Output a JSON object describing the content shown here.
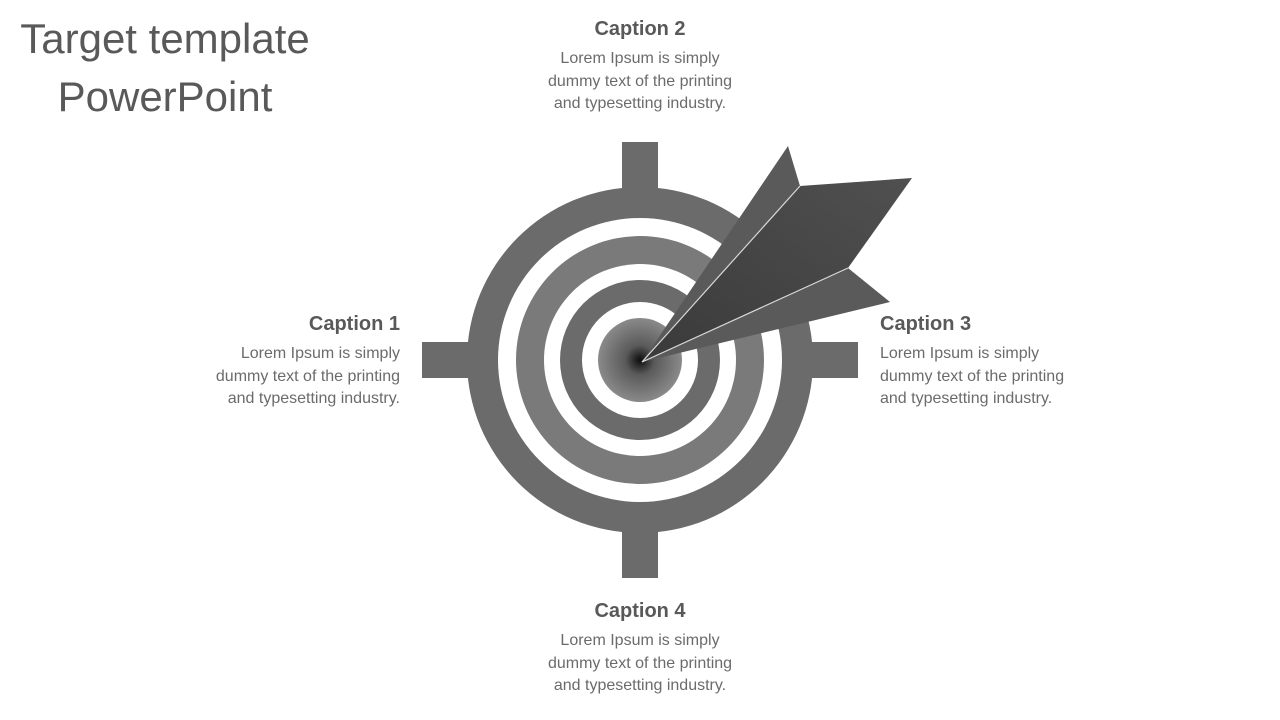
{
  "slide": {
    "title_line1": "Target template",
    "title_line2": "PowerPoint"
  },
  "captions": [
    {
      "id": "caption-1",
      "title": "Caption 1",
      "lines": [
        "Lorem Ipsum is simply",
        "dummy text of the printing",
        "and typesetting industry."
      ]
    },
    {
      "id": "caption-2",
      "title": "Caption 2",
      "lines": [
        "Lorem Ipsum is simply",
        "dummy text of the printing",
        "and typesetting industry."
      ]
    },
    {
      "id": "caption-3",
      "title": "Caption 3",
      "lines": [
        "Lorem Ipsum is simply",
        "dummy text of the printing",
        "and typesetting industry."
      ]
    },
    {
      "id": "caption-4",
      "title": "Caption 4",
      "lines": [
        "Lorem Ipsum is simply",
        "dummy text of the printing",
        "and typesetting industry."
      ]
    }
  ],
  "colors": {
    "ring": "#6b6b6b",
    "ring_light": "#7f7f7f",
    "arrow_dark": "#454545",
    "arrow_mid": "#5a5a5a",
    "text": "#595959"
  },
  "icons": {
    "target": "target-icon",
    "arrow": "arrow-icon"
  }
}
